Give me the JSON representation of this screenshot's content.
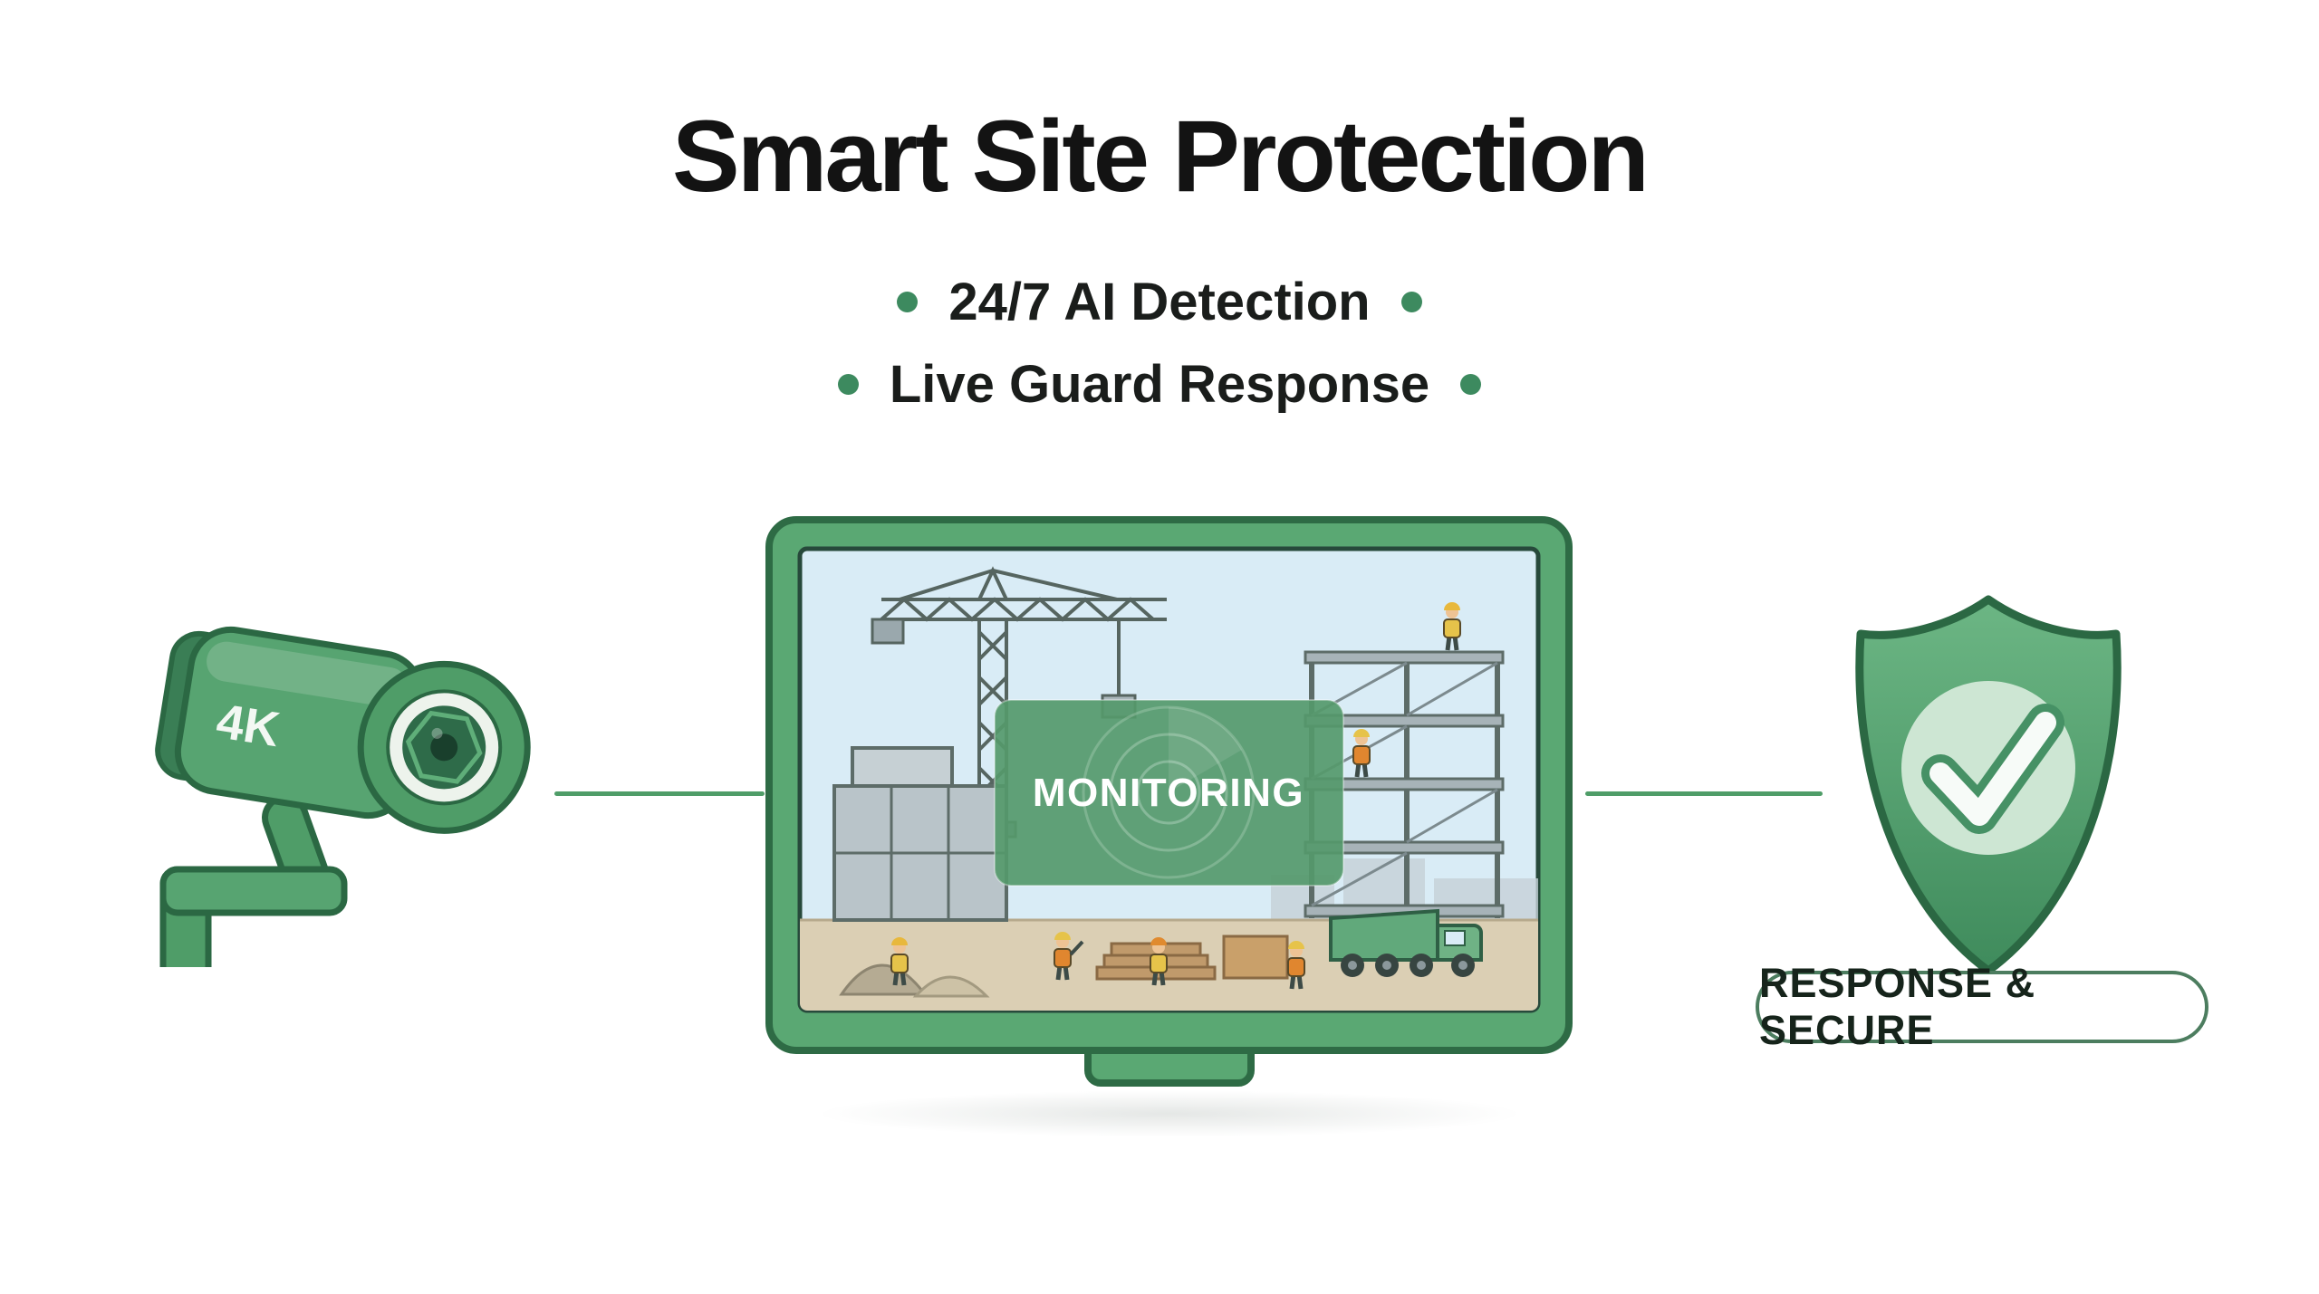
{
  "title": "Smart Site Protection",
  "features": [
    {
      "label": "24/7 AI Detection"
    },
    {
      "label": "Live Guard Response"
    }
  ],
  "camera": {
    "label": "4K"
  },
  "monitor": {
    "overlay_label": "MONITORING"
  },
  "badge": {
    "label": "RESPONSE & SECURE"
  },
  "colors": {
    "accent_green": "#4f9d68",
    "frame_green": "#5aa873",
    "dark_green": "#2b6843",
    "bullet_green": "#3d8a5f",
    "sky_blue": "#d9ecf6",
    "ground_tan": "#dbcfb4",
    "overlay_green": "#55996b",
    "text_dark": "#131313"
  }
}
